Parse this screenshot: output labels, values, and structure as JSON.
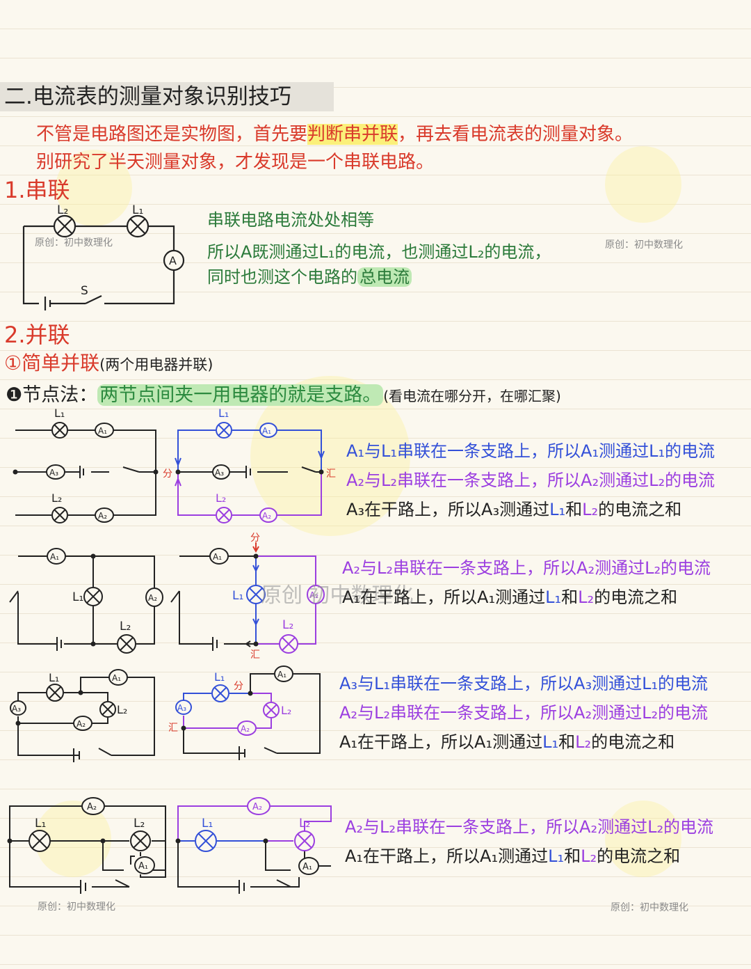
{
  "heading": "二.电流表的测量对象识别技巧",
  "intro": {
    "line1_pre": "不管是电路图还是实物图，首先要",
    "line1_hl": "判断串并联",
    "line1_post": "，再去看电流表的测量对象。",
    "line2": "别研究了半天测量对象，才发现是一个串联电路。"
  },
  "series": {
    "title": "1.串联",
    "note1": "串联电路电流处处相等",
    "note2": "所以A既测通过L₁的电流，也测通过L₂的电流，",
    "note3_pre": "同时也测这个电路的",
    "note3_hl": "总电流"
  },
  "parallel": {
    "title": "2.并联",
    "sub_title": "①简单并联",
    "sub_note": "(两个用电器并联)",
    "node_bullet": "❶",
    "node_label": "节点法：",
    "node_hl": "两节点间夹一用电器的就是支路。",
    "node_note": "(看电流在哪分开，在哪汇聚)"
  },
  "circuit1": {
    "line1": "A₁与L₁串联在一条支路上，所以A₁测通过L₁的电流",
    "line2": "A₂与L₂串联在一条支路上，所以A₂测通过L₂的电流",
    "line3_a": "A₃在干路上，所以A₃测通过",
    "line3_b": "L₁",
    "line3_c": "和",
    "line3_d": "L₂",
    "line3_e": "的电流之和"
  },
  "circuit2": {
    "line1": "A₂与L₂串联在一条支路上，所以A₂测通过L₂的电流",
    "line2_a": "A₁在干路上，所以A₁测通过",
    "line2_b": "L₁",
    "line2_c": "和",
    "line2_d": "L₂",
    "line2_e": "的电流之和"
  },
  "circuit3": {
    "line1": "A₃与L₁串联在一条支路上，所以A₃测通过L₁的电流",
    "line2": "A₂与L₂串联在一条支路上，所以A₂测通过L₂的电流",
    "line3_a": "A₁在干路上，所以A₁测通过",
    "line3_b": "L₁",
    "line3_c": "和",
    "line3_d": "L₂",
    "line3_e": "的电流之和"
  },
  "circuit4": {
    "line1": "A₂与L₂串联在一条支路上，所以A₂测通过L₂的电流",
    "line2_a": "A₁在干路上，所以A₁测通过",
    "line2_b": "L₁",
    "line2_c": "和",
    "line2_d": "L₂",
    "line2_e": "的电流之和"
  },
  "labels": {
    "split": "分",
    "join": "汇",
    "switch": "S",
    "L1": "L₁",
    "L2": "L₂",
    "A": "A",
    "A1": "A₁",
    "A2": "A₂",
    "A3": "A₃"
  },
  "watermarks": {
    "small": "原创：初中数理化",
    "big": "原创 初中数理化"
  },
  "colors": {
    "red": "#d93a2b",
    "green": "#2b7a3a",
    "blue": "#3350d8",
    "purple": "#9b3ee0",
    "yellow_highlight": "#fbf07a",
    "green_highlight": "#bfe9b4"
  }
}
